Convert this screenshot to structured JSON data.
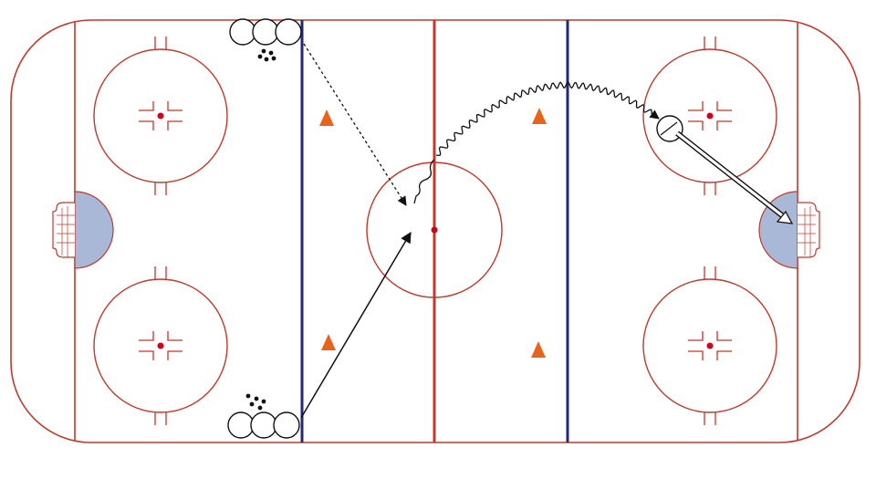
{
  "diagram": {
    "type": "hockey-rink-drill",
    "colors": {
      "boards": "#c0392b",
      "red_line": "#c0392b",
      "blue_line": "#1f2a7a",
      "crease": "#a9b8d6",
      "cone": "#e8641c",
      "player": "#111111",
      "pass": "#111111",
      "skate_path": "#111111"
    },
    "elements": {
      "player_groups": [
        "top-left-line",
        "bottom-left-line"
      ],
      "cones": 4,
      "pucks_piles": 2,
      "passes": [
        "dashed-pass-to-center",
        "solid-pass-to-center",
        "shot-to-right-net"
      ],
      "skating_path": "wavy-skate-center-to-right-circle"
    }
  }
}
